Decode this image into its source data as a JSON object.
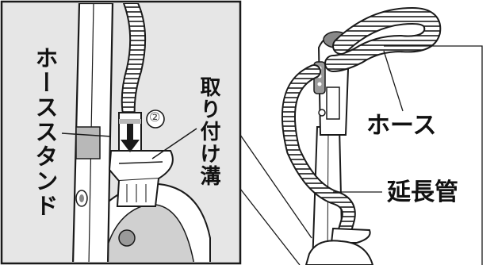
{
  "inset": {
    "hose_stand_label": "ホーススタンド",
    "mounting_groove_label": "取り付け溝",
    "step_marker": "②"
  },
  "main": {
    "hose_label": "ホース",
    "extension_pipe_label": "延長管"
  },
  "colors": {
    "inset_background": "#e6e6e6",
    "line": "#1a1a1a",
    "part_fill": "#ffffff",
    "part_shade": "#b8b8b8"
  }
}
